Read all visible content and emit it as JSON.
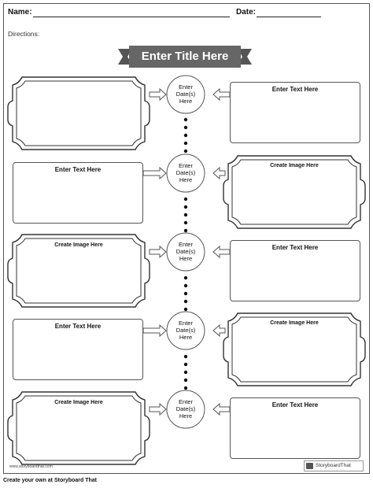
{
  "header": {
    "name_label": "Name:",
    "date_label": "Date:"
  },
  "directions": "Directions:",
  "title": "Enter Title Here",
  "circle_line1": "Enter",
  "circle_line2": "Date(s)",
  "circle_line3": "Here",
  "rows": [
    {
      "left_label": "",
      "right_label": "Enter Text Here"
    },
    {
      "left_label": "Enter Text Here",
      "right_label": "Create Image Here"
    },
    {
      "left_label": "Create Image Here",
      "right_label": "Enter Text Here"
    },
    {
      "left_label": "Enter Text Here",
      "right_label": "Create Image Here"
    },
    {
      "left_label": "Create Image Here",
      "right_label": "Enter Text Here"
    }
  ],
  "footer": {
    "url": "www.storyboardthat.com",
    "logo": "StoryboardThat",
    "credit": "Create your own at Storyboard That"
  },
  "colors": {
    "banner": "#666666",
    "border": "#555555"
  }
}
